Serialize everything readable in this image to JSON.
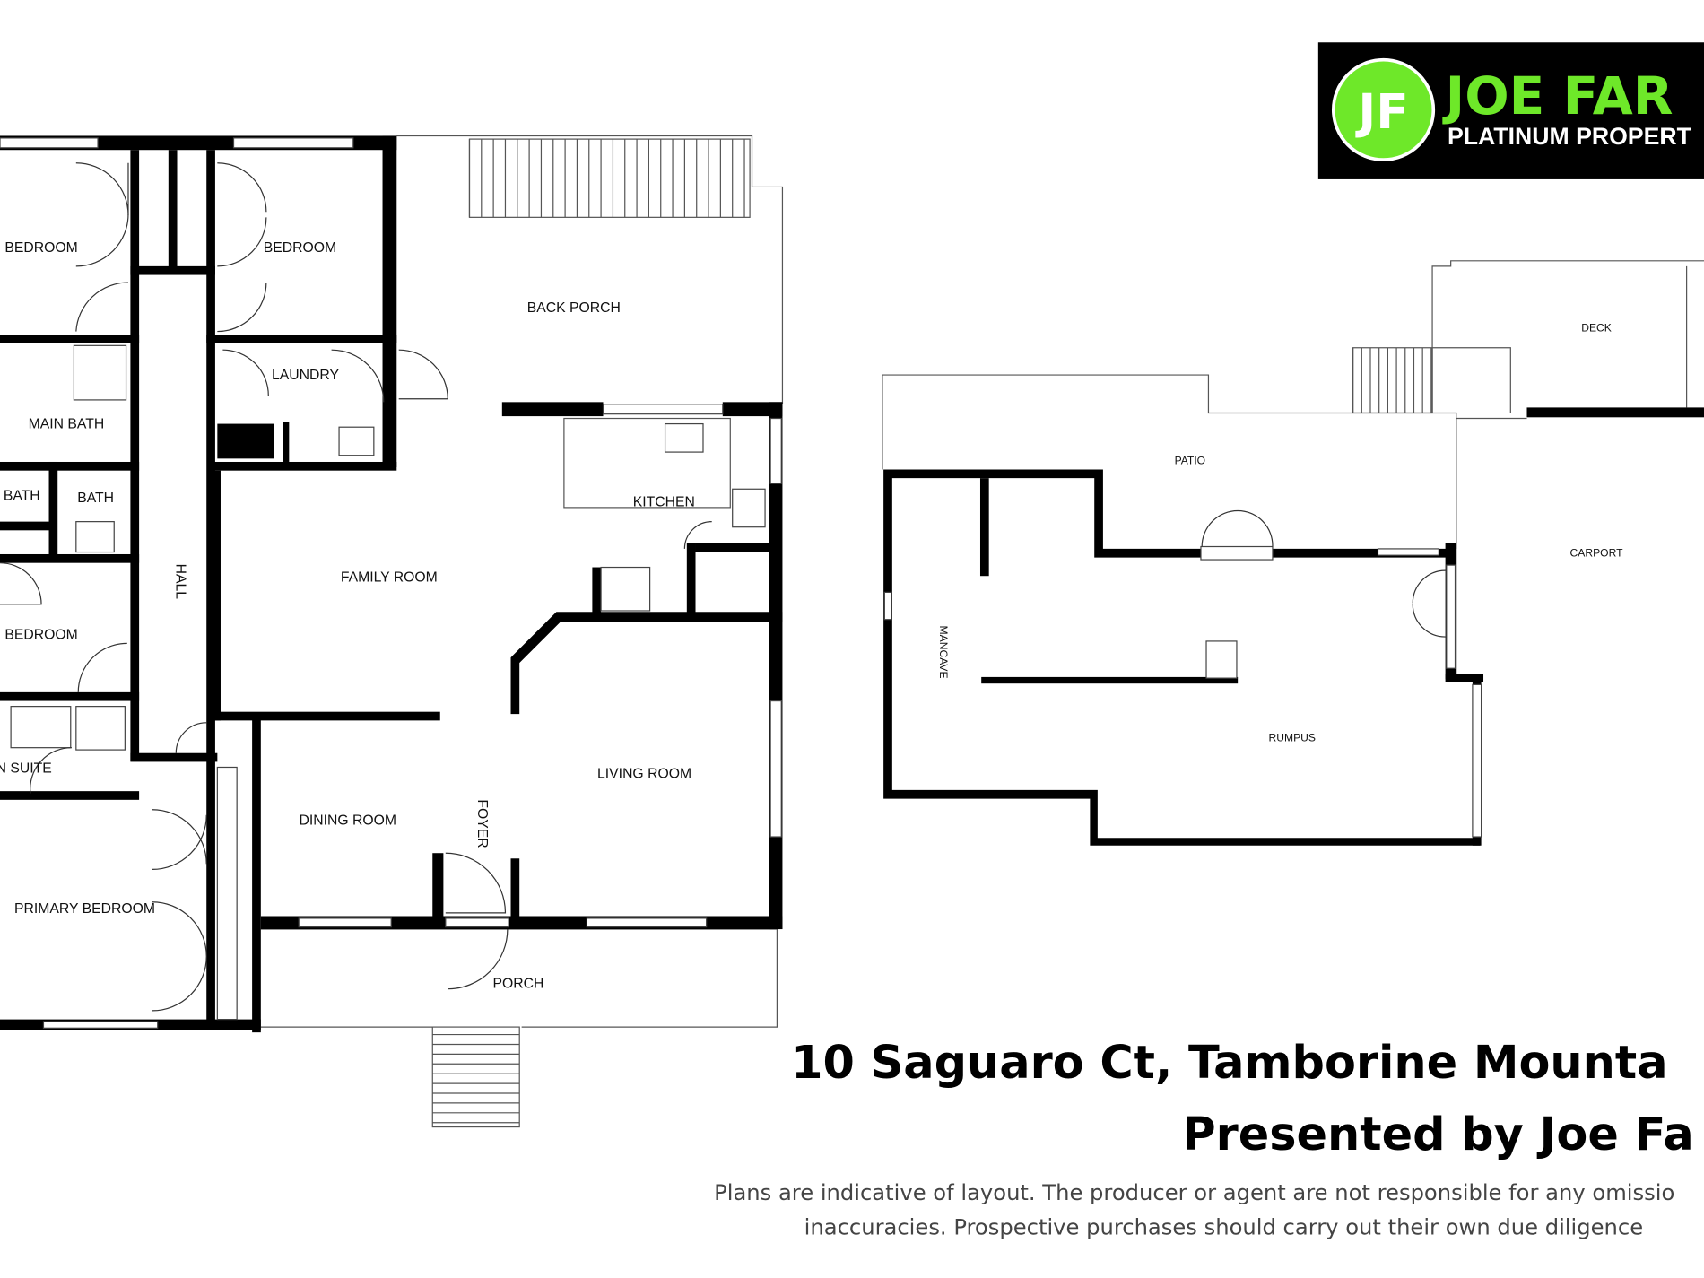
{
  "logo": {
    "brand": "JOE FAR",
    "tagline": "PLATINUM PROPERT",
    "monogram": "JF",
    "bg_color": "#000000",
    "accent_color": "#6ee829"
  },
  "ground_floor": {
    "rooms": {
      "bedroom_1": "BEDROOM",
      "bedroom_2": "BEDROOM",
      "back_porch": "BACK PORCH",
      "laundry": "LAUNDRY",
      "main_bath": "MAIN BATH",
      "bath_1": "BATH",
      "bath_2": "BATH",
      "kitchen": "KITCHEN",
      "hall": "HALL",
      "family_room": "FAMILY ROOM",
      "bedroom_3": "BEDROOM",
      "ensuite": "N SUITE",
      "living_room": "LIVING ROOM",
      "dining_room": "DINING ROOM",
      "foyer": "FOYER",
      "primary_bedroom": "PRIMARY BEDROOM",
      "porch": "PORCH"
    }
  },
  "lower_floor": {
    "rooms": {
      "deck": "DECK",
      "patio": "PATIO",
      "carport": "CARPORT",
      "mancave": "MANCAVE",
      "rumpus": "RUMPUS"
    }
  },
  "footer": {
    "title_line1": "10 Saguaro Ct, Tamborine Mounta",
    "title_line2": "Presented by Joe Fa",
    "disclaimer_line1": "Plans are indicative of layout. The producer or agent are not responsible for any omissio",
    "disclaimer_line2": "inaccuracies. Prospective purchases should carry out their own due diligence"
  }
}
